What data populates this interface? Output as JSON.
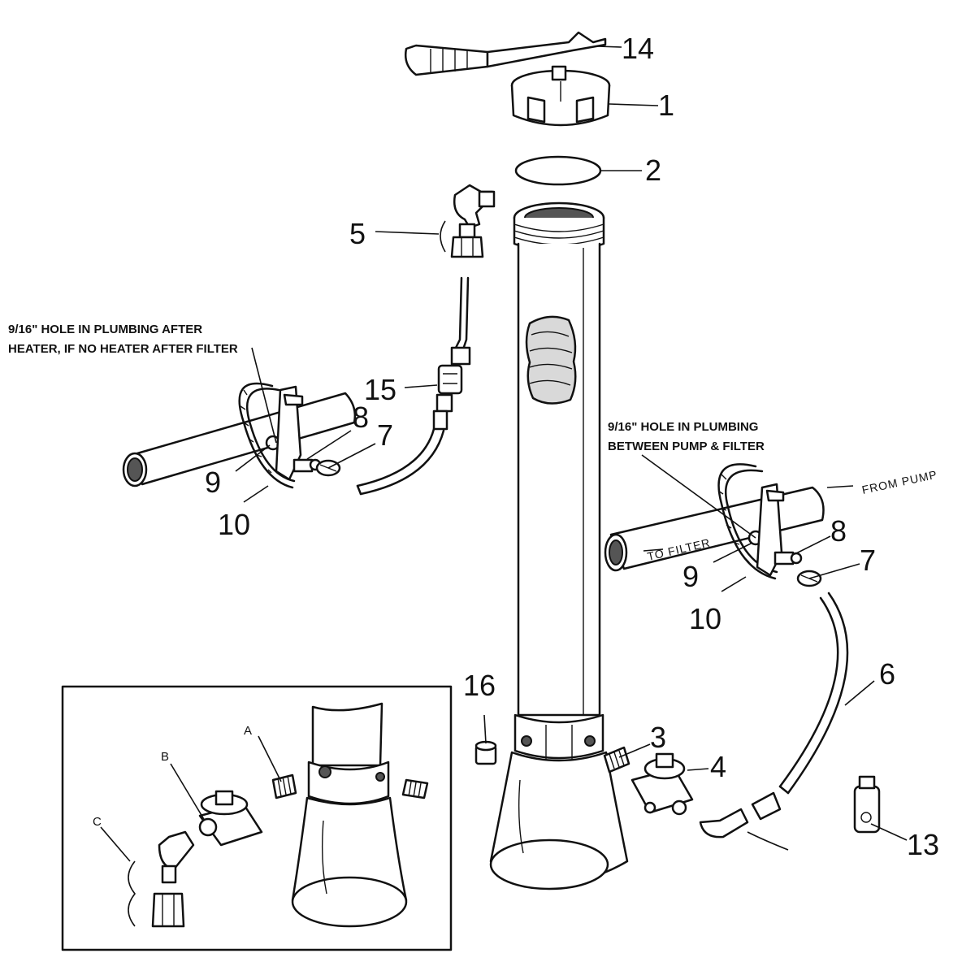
{
  "callouts": {
    "n1": "1",
    "n2": "2",
    "n3": "3",
    "n4": "4",
    "n5": "5",
    "n6": "6",
    "n7_left": "7",
    "n7_right": "7",
    "n8_left": "8",
    "n8_right": "8",
    "n9_left": "9",
    "n9_right": "9",
    "n10_left": "10",
    "n10_right": "10",
    "n13": "13",
    "n14": "14",
    "n15": "15",
    "n16": "16"
  },
  "notes": {
    "left_line1": "9/16\" HOLE IN PLUMBING AFTER",
    "left_line2": "HEATER, IF NO HEATER AFTER FILTER",
    "right_line1": "9/16\" HOLE IN PLUMBING",
    "right_line2": "BETWEEN PUMP & FILTER"
  },
  "pipe_labels": {
    "from_pump": "FROM PUMP",
    "to_filter": "TO FILTER"
  },
  "inset": {
    "a": "A",
    "b": "B",
    "c": "C"
  }
}
